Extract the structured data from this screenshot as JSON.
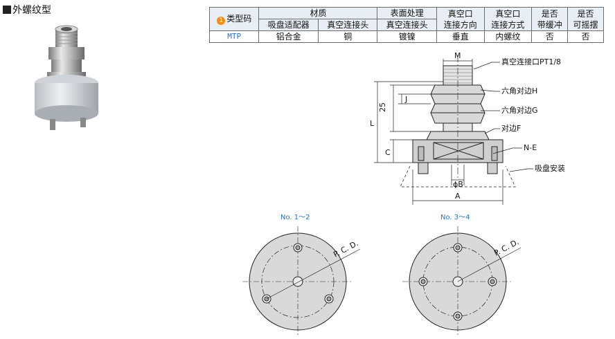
{
  "page_title": "外螺纹型",
  "table": {
    "badge_number": "1",
    "col_type": "类型码",
    "group_material": "材质",
    "group_surface": "表面处理",
    "col_vacuum_dir_1": "真空口",
    "col_vacuum_dir_2": "连接方向",
    "col_vacuum_method_1": "真空口",
    "col_vacuum_method_2": "连接方式",
    "col_buffer_1": "是否",
    "col_buffer_2": "带缓冲",
    "col_swing_1": "是否",
    "col_swing_2": "可摇摆",
    "sub_pad_adapter": "吸盘适配器",
    "sub_vacuum_connector": "真空连接头",
    "sub_surface_connector": "真空连接头",
    "row": {
      "type": "MTP",
      "pad_adapter": "铝合金",
      "vacuum_connector": "铜",
      "surface": "镀镍",
      "direction": "垂直",
      "method": "内螺纹",
      "buffer": "否",
      "swing": "否"
    }
  },
  "drawing": {
    "callout_port": "真空连接口PT1/8",
    "callout_hex_h": "六角对边H",
    "callout_hex_g": "六角对边G",
    "callout_flat_f": "对边F",
    "callout_ne": "N-E",
    "callout_pad": "吸盘安装",
    "dim_m": "M",
    "dim_j": "J",
    "dim_25": "25",
    "dim_l": "L",
    "dim_c": "C",
    "dim_b": "ϕB",
    "dim_a": "A"
  },
  "bottom_views": {
    "left_label": "No. 1～2",
    "right_label": "No. 3～4",
    "pcd_left": "P. C. D.",
    "pcd_right": "P. C. D."
  }
}
